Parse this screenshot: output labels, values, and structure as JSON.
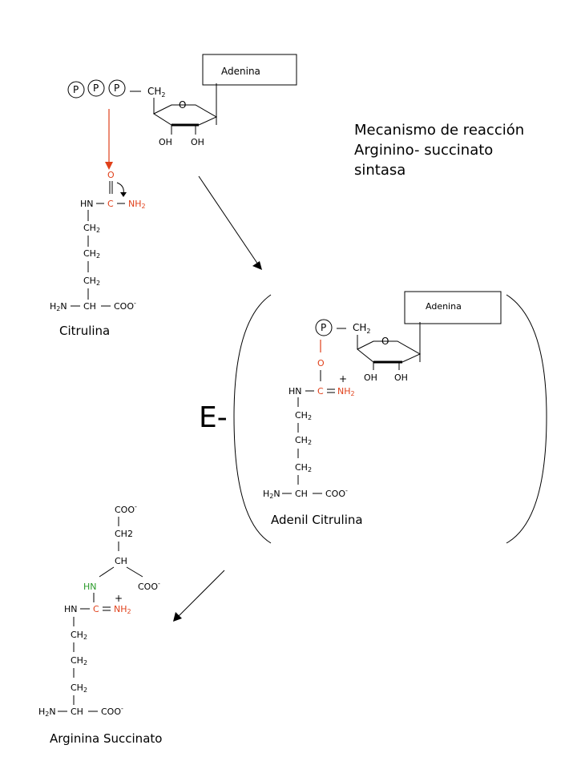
{
  "title": {
    "line1": "Mecanismo de reacción",
    "line2": "Arginino- succinato",
    "line3": "sintasa"
  },
  "atp": {
    "adenine_label": "Adenina",
    "phosphate": "P",
    "ch2": "CH",
    "ch2_sub": "2",
    "ring_o": "O",
    "oh1": "OH",
    "oh2": "OH"
  },
  "citrulina": {
    "name": "Citrulina",
    "o": "O",
    "hn": "HN",
    "c": "C",
    "nh2": "NH",
    "nh2_sub": "2",
    "ch2": "CH",
    "ch2_sub": "2",
    "h2n": "H",
    "h2n_sub": "2",
    "h2n_n": "N",
    "ch": "CH",
    "coo": "COO",
    "coo_charge": "-"
  },
  "adenil": {
    "name": "Adenil Citrulina",
    "enzyme": "E-",
    "adenine_label": "Adenina",
    "phosphate": "P",
    "ch2": "CH",
    "ch2_sub": "2",
    "ring_o": "O",
    "oh1": "OH",
    "oh2": "OH",
    "o_link": "O",
    "plus": "+",
    "hn": "HN",
    "c": "C",
    "nh2": "NH",
    "nh2_sub": "2",
    "chain_ch2": "CH",
    "chain_ch2_sub": "2",
    "h2n": "H",
    "h2n_sub": "2",
    "h2n_n": "N",
    "ch": "CH",
    "coo": "COO",
    "coo_charge": "-"
  },
  "arginina": {
    "name": "Arginina Succinato",
    "coo_top": "COO",
    "coo_charge": "-",
    "ch2_top": "CH2",
    "ch": "CH",
    "hn_green": "HN",
    "coo_side": "COO",
    "plus": "+",
    "hn": "HN",
    "c": "C",
    "nh2": "NH",
    "nh2_sub": "2",
    "chain_ch2": "CH",
    "chain_ch2_sub": "2",
    "h2n": "H",
    "h2n_sub": "2",
    "h2n_n": "N",
    "coo_bottom": "COO"
  },
  "colors": {
    "accent_red": "#e0401a",
    "accent_green": "#2a9a2a",
    "line": "#000000"
  }
}
